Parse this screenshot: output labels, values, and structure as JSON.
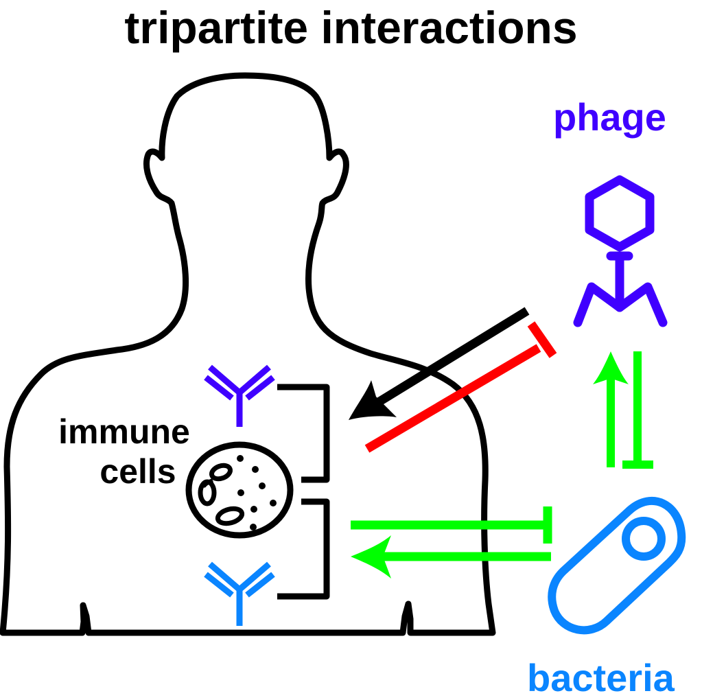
{
  "title": "tripartite interactions",
  "labels": {
    "phage": "phage",
    "bacteria": "bacteria",
    "immune_line1": "immune",
    "immune_line2": "cells"
  },
  "colors": {
    "outline": "#000000",
    "phage": "#3f00ff",
    "bacteria": "#0a85ff",
    "activation": "#00ff00",
    "inhibition_red": "#ff0000",
    "arrow_black": "#000000"
  },
  "icons": [
    "human-silhouette-icon",
    "antibody-icon",
    "immune-cell-icon",
    "phage-icon",
    "bacterium-icon"
  ],
  "interactions": [
    {
      "from": "phage",
      "to": "immune cells",
      "type": "activation",
      "color": "black"
    },
    {
      "from": "immune cells",
      "to": "phage",
      "type": "inhibition",
      "color": "red"
    },
    {
      "from": "bacteria",
      "to": "phage",
      "type": "activation",
      "color": "green"
    },
    {
      "from": "phage",
      "to": "bacteria",
      "type": "inhibition",
      "color": "green"
    },
    {
      "from": "bacteria",
      "to": "immune cells",
      "type": "activation",
      "color": "green"
    },
    {
      "from": "immune cells",
      "to": "bacteria",
      "type": "inhibition",
      "color": "green"
    }
  ]
}
